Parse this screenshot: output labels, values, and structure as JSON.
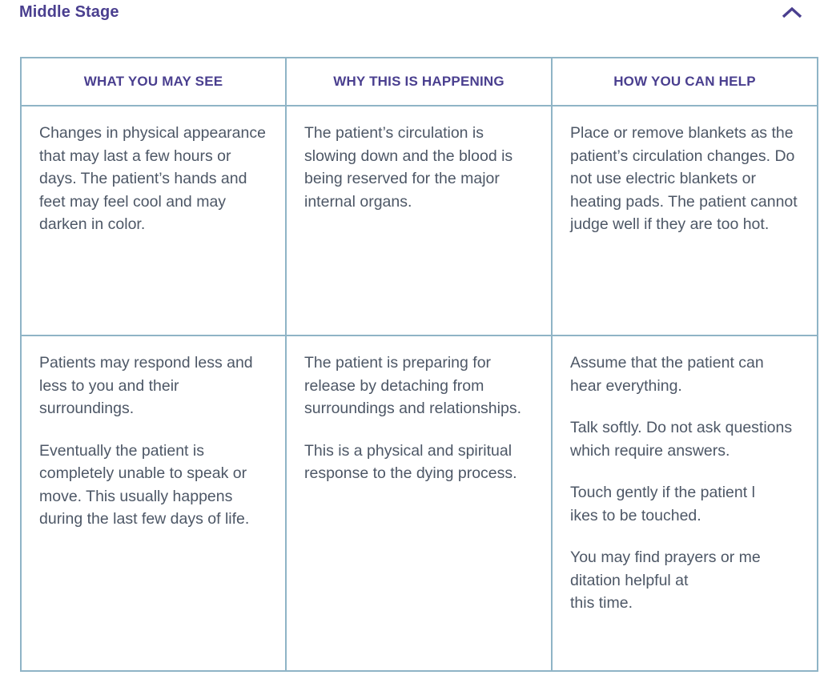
{
  "header": {
    "title": "Middle Stage",
    "toggle_icon": "chevron-up-icon",
    "toggle_state": "expanded",
    "title_color": "#4a3f8f",
    "icon_color": "#4a3f8f"
  },
  "table": {
    "border_color": "#8fb4c6",
    "header_text_color": "#4a3f8f",
    "body_text_color": "#4d5766",
    "columns": [
      {
        "label": "WHAT YOU MAY SEE"
      },
      {
        "label": "WHY THIS IS HAPPENING"
      },
      {
        "label": "HOW YOU CAN HELP"
      }
    ],
    "rows": [
      {
        "what_you_may_see": [
          "Changes in physical appearance that may last a few hours or days. The patient’s hands and feet may feel cool and may darken in color."
        ],
        "why_this_is_happening": [
          "The patient’s circulation is slowing down and the blood is being reserved for the major internal organs."
        ],
        "how_you_can_help": [
          "Place or remove blankets as the patient’s circulation changes. Do not use electric blankets or heating pads. The patient cannot judge well if they are too hot."
        ]
      },
      {
        "what_you_may_see": [
          "Patients may respond less and less to you and their surroundings.",
          "Eventually the patient is completely unable to speak or move. This usually happens during the last few days of life."
        ],
        "why_this_is_happening": [
          "The patient is preparing for release by detaching from surroundings and relationships.",
          "This is a physical and spiritual response to the dying process."
        ],
        "how_you_can_help": [
          "Assume that the patient can hear everything.",
          "Talk softly. Do not ask questions which require answers.",
          "Touch gently if the patient l\nikes to be touched.",
          "You may find prayers or me\nditation helpful at\nthis time."
        ]
      }
    ]
  }
}
